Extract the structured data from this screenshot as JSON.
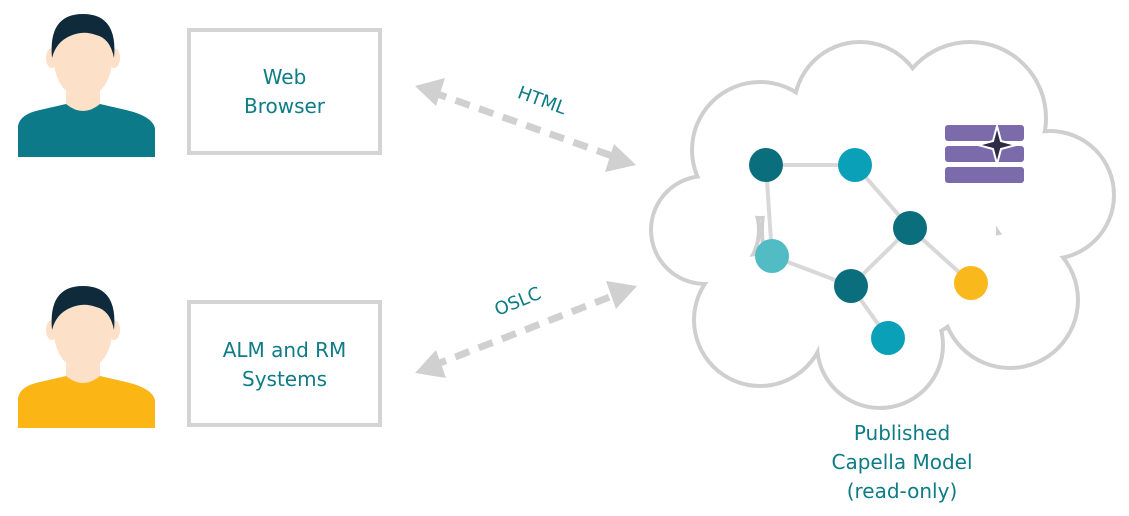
{
  "boxes": {
    "web_browser": [
      "Web",
      "Browser"
    ],
    "alm_rm": [
      "ALM and RM",
      "Systems"
    ]
  },
  "connectors": {
    "top": "HTML",
    "bottom": "OSLC"
  },
  "cloud_caption": [
    "Published",
    "Capella Model",
    "(read-only)"
  ],
  "colors": {
    "text": "#0e7c86",
    "box_border": "#d4d4d4",
    "arrow": "#d0d0d0",
    "cloud_stroke": "#cfcfcf",
    "user_top_shirt": "#0c7a88",
    "user_bottom_shirt": "#fbb515",
    "skin": "#fde0c8",
    "hair": "#0f2a3a",
    "node_dark": "#0b6e7c",
    "node_mid": "#0aa0b8",
    "node_light": "#52bcc4",
    "node_yellow": "#f9b81b",
    "logo": "#7c6bab"
  },
  "icons": [
    "user-icon",
    "user-icon",
    "capella-logo-icon"
  ]
}
